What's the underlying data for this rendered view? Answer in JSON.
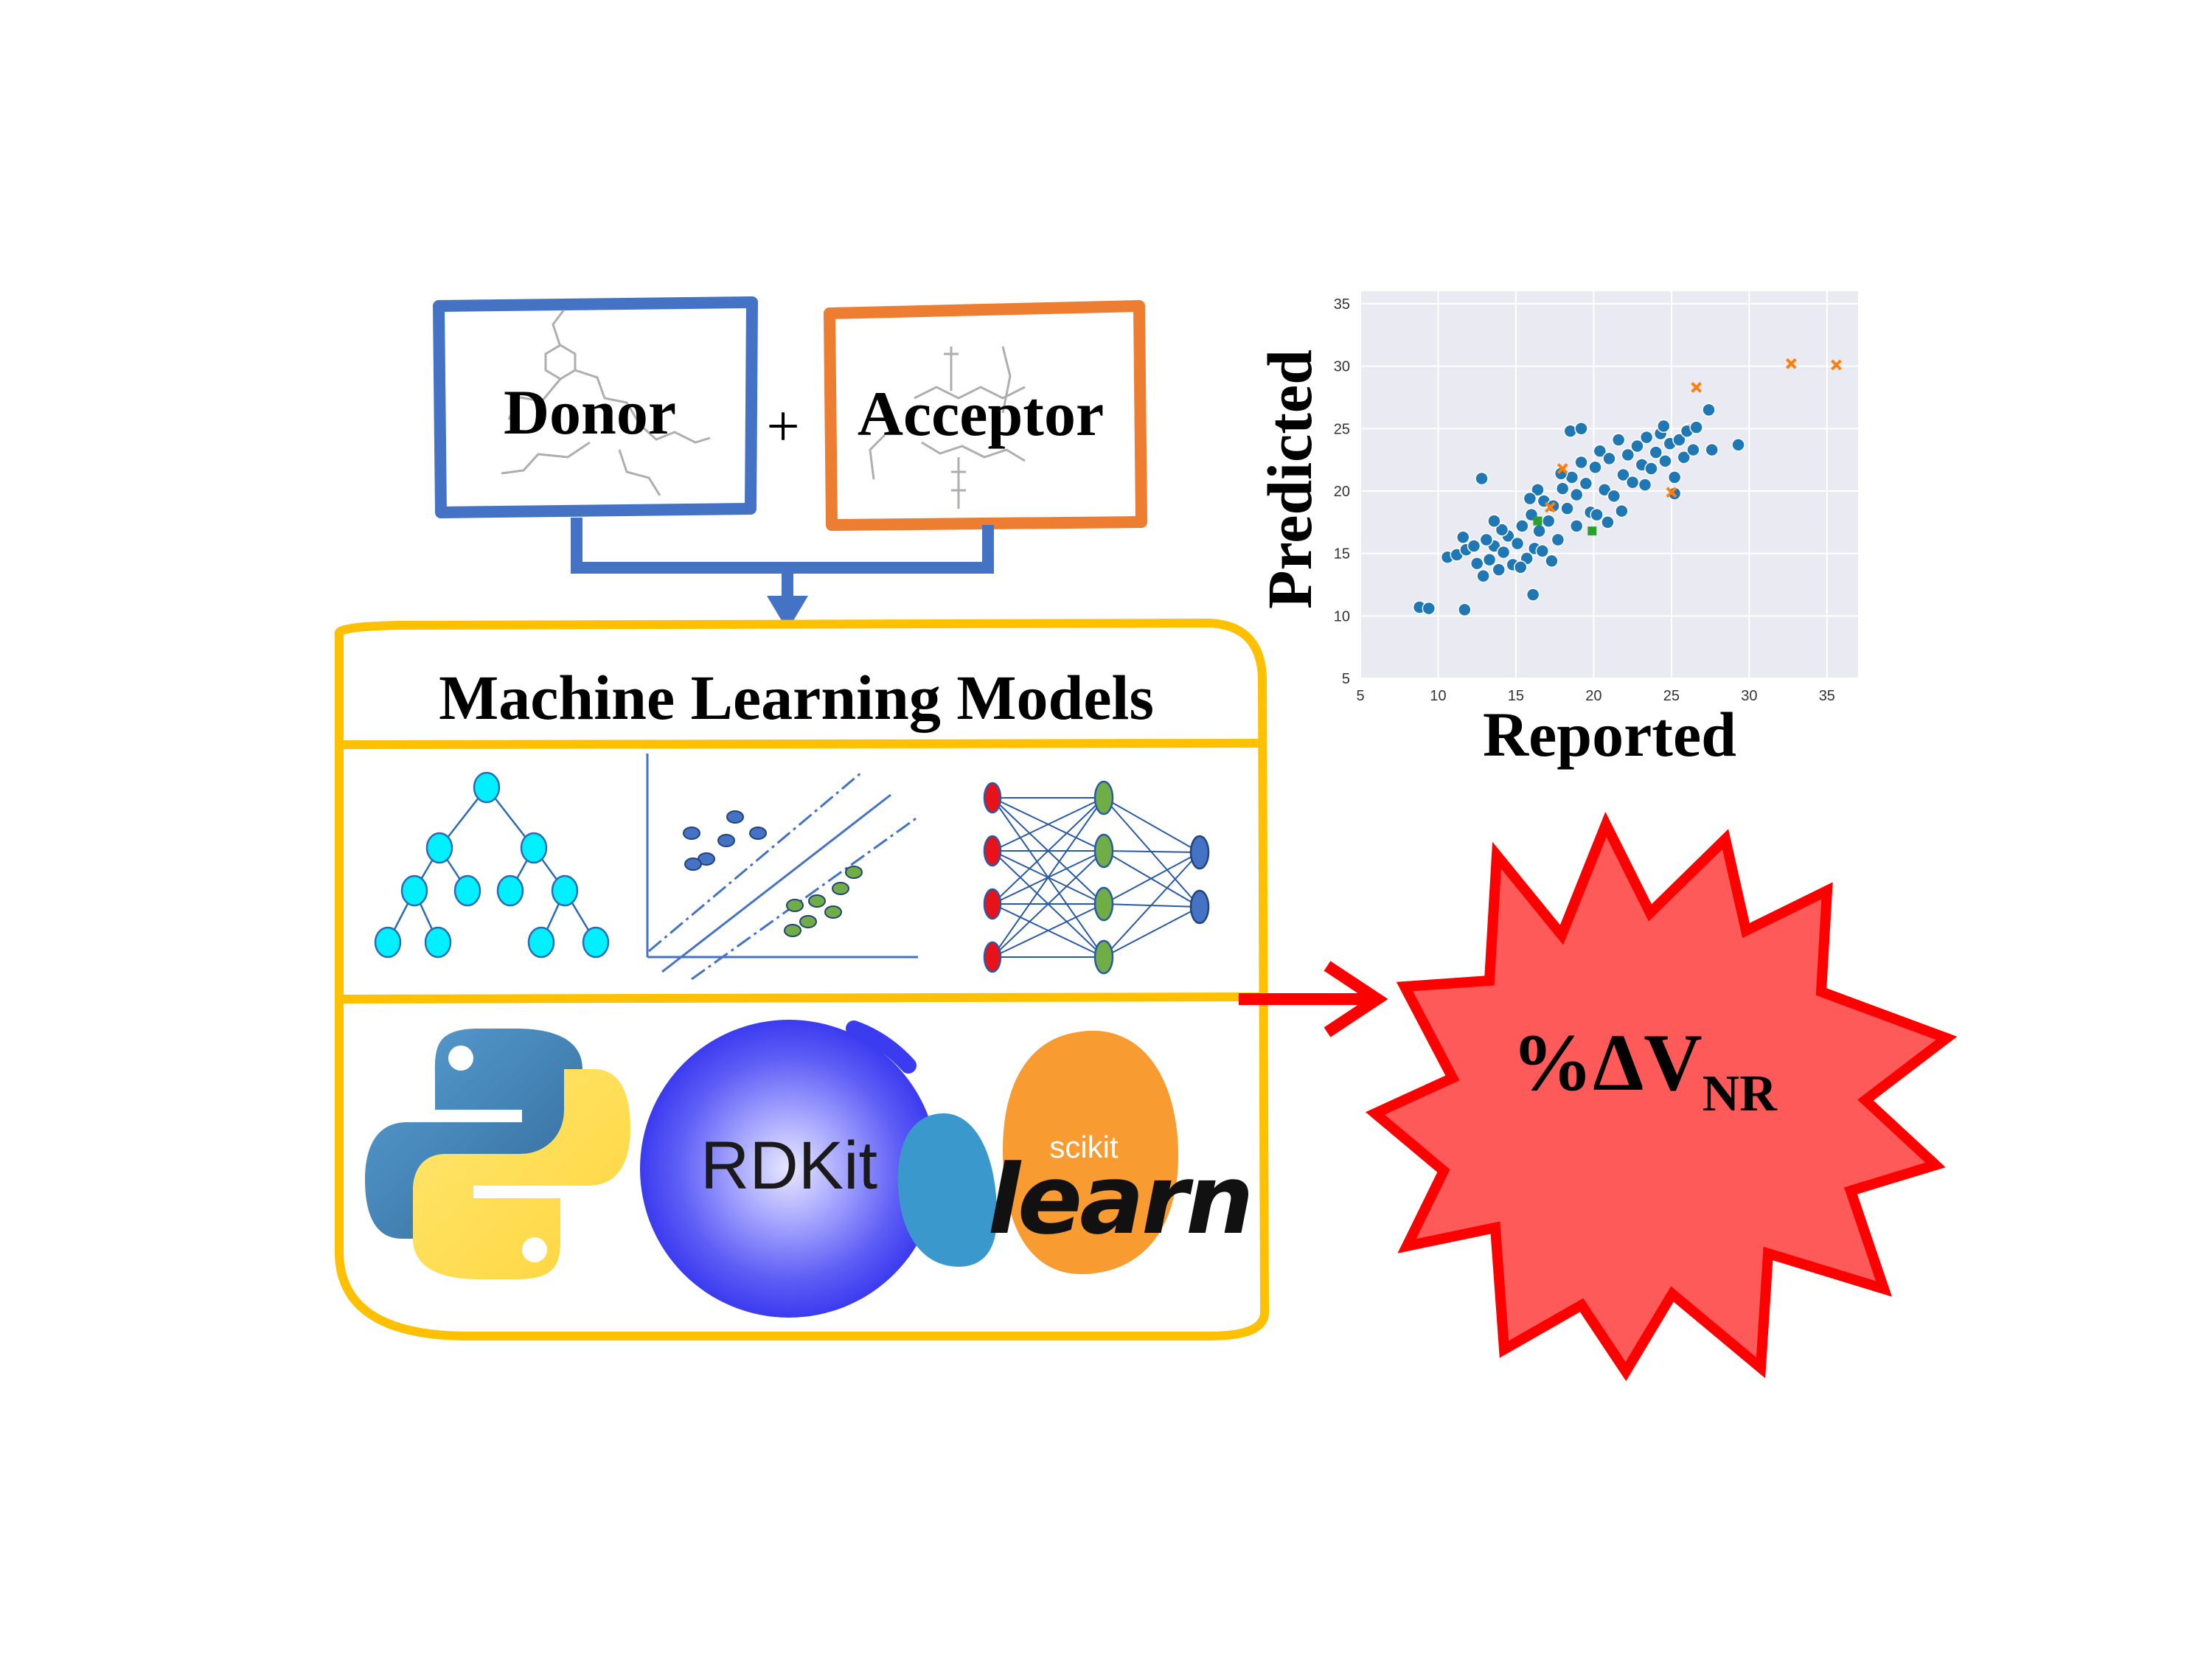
{
  "inputs": {
    "donor_label": "Donor",
    "plus": "+",
    "acceptor_label": "Acceptor"
  },
  "models_box": {
    "title": "Machine Learning Models",
    "model_icons": [
      "decision-tree-icon",
      "svm-scatter-icon",
      "neural-network-icon"
    ],
    "logos": {
      "python": "python-logo",
      "rdkit": "RDKit",
      "seaborn": "seaborn-logo",
      "scikit_small": "scikit",
      "scikit_big": "learn"
    }
  },
  "output": {
    "text_main": "%ΔV",
    "text_sub": "NR"
  },
  "colors": {
    "donor": "#4472C4",
    "acceptor": "#ED7D31",
    "models_border": "#FFC000",
    "burst_fill": "#FF5A5A",
    "burst_stroke": "#FF0000",
    "arrow": "#FF0000",
    "connector": "#4472C4"
  },
  "chart_data": {
    "type": "scatter",
    "xlabel": "Reported",
    "ylabel": "Predicted",
    "xlim": [
      5,
      37
    ],
    "ylim": [
      5,
      36
    ],
    "xticks": [
      5,
      10,
      15,
      20,
      25,
      30,
      35
    ],
    "yticks": [
      5,
      10,
      15,
      20,
      25,
      30,
      35
    ],
    "grid": true,
    "series": [
      {
        "marker": "circle",
        "color": "#1F77B4",
        "points": [
          [
            8.8,
            10.7
          ],
          [
            9.4,
            10.6
          ],
          [
            11.7,
            10.5
          ],
          [
            12.8,
            21
          ],
          [
            10.6,
            14.7
          ],
          [
            11.2,
            14.9
          ],
          [
            11.8,
            15.3
          ],
          [
            11.6,
            16.3
          ],
          [
            12.5,
            14.2
          ],
          [
            12.9,
            13.2
          ],
          [
            13.3,
            14.5
          ],
          [
            13.6,
            15.6
          ],
          [
            13.1,
            16.1
          ],
          [
            13.9,
            13.7
          ],
          [
            14.2,
            15.1
          ],
          [
            14.5,
            16.4
          ],
          [
            14.8,
            14.1
          ],
          [
            15.1,
            15.8
          ],
          [
            15.4,
            17.2
          ],
          [
            15.7,
            14.6
          ],
          [
            16.0,
            18.1
          ],
          [
            16.2,
            15.4
          ],
          [
            16.5,
            16.8
          ],
          [
            16.8,
            19.2
          ],
          [
            16.1,
            11.7
          ],
          [
            17.1,
            17.6
          ],
          [
            17.4,
            18.8
          ],
          [
            17.7,
            16.1
          ],
          [
            18.0,
            20.2
          ],
          [
            18.3,
            18.6
          ],
          [
            18.6,
            21.1
          ],
          [
            18.9,
            19.7
          ],
          [
            19.2,
            22.3
          ],
          [
            19.5,
            20.6
          ],
          [
            19.8,
            18.3
          ],
          [
            20.1,
            21.9
          ],
          [
            20.4,
            23.2
          ],
          [
            20.7,
            20.1
          ],
          [
            21.0,
            22.6
          ],
          [
            21.3,
            19.6
          ],
          [
            21.6,
            24.1
          ],
          [
            21.9,
            21.3
          ],
          [
            22.2,
            22.9
          ],
          [
            22.5,
            20.7
          ],
          [
            22.8,
            23.6
          ],
          [
            23.1,
            22.1
          ],
          [
            23.4,
            24.3
          ],
          [
            23.7,
            21.8
          ],
          [
            24.0,
            23.1
          ],
          [
            24.3,
            24.6
          ],
          [
            24.6,
            22.4
          ],
          [
            24.9,
            23.8
          ],
          [
            25.2,
            21.1
          ],
          [
            25.5,
            24.1
          ],
          [
            25.8,
            22.7
          ],
          [
            26.1,
            24.9
          ],
          [
            26.4,
            23.3
          ],
          [
            25.2,
            19.8
          ],
          [
            27.4,
            26.5
          ],
          [
            27.6,
            23.3
          ],
          [
            29.3,
            23.7
          ],
          [
            18.5,
            24.8
          ],
          [
            19.2,
            25.0
          ],
          [
            20.2,
            18.1
          ],
          [
            20.9,
            17.5
          ],
          [
            14.1,
            16.9
          ],
          [
            13.6,
            17.6
          ],
          [
            15.3,
            13.9
          ],
          [
            16.7,
            15.2
          ],
          [
            17.9,
            21.4
          ],
          [
            18.9,
            17.2
          ],
          [
            21.8,
            18.4
          ],
          [
            23.3,
            20.5
          ],
          [
            24.5,
            25.2
          ],
          [
            26.0,
            24.8
          ],
          [
            26.6,
            25.1
          ],
          [
            16.4,
            20.1
          ],
          [
            17.3,
            14.4
          ],
          [
            12.3,
            15.6
          ],
          [
            15.9,
            19.4
          ]
        ]
      },
      {
        "marker": "x",
        "color": "#FF7F0E",
        "points": [
          [
            18,
            21.8
          ],
          [
            17.2,
            18.7
          ],
          [
            25,
            19.9
          ],
          [
            26.6,
            28.3
          ],
          [
            32.7,
            30.2
          ],
          [
            35.6,
            30.1
          ]
        ]
      },
      {
        "marker": "square",
        "color": "#2CA02C",
        "points": [
          [
            16.4,
            17.6
          ],
          [
            19.9,
            16.8
          ]
        ]
      }
    ]
  }
}
